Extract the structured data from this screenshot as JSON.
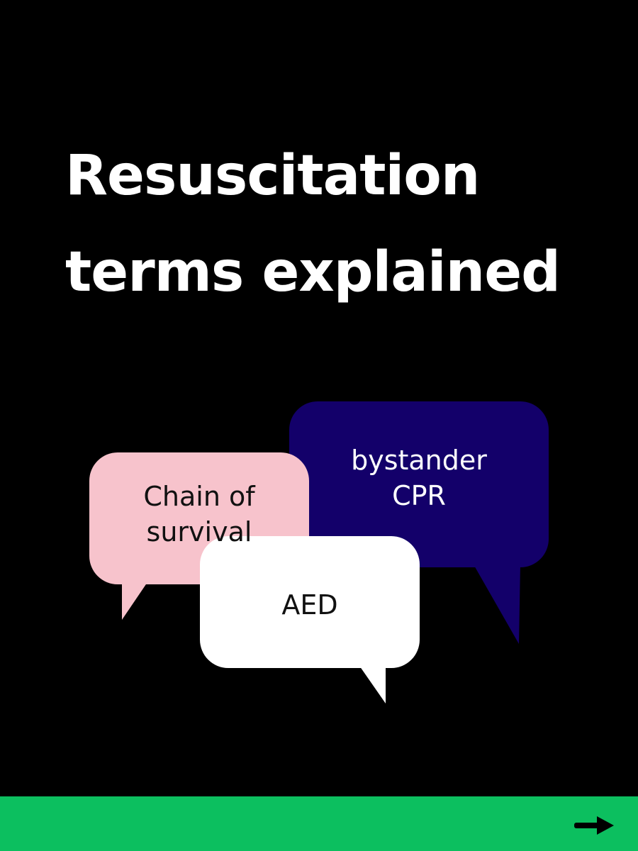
{
  "title": {
    "line1": "Resuscitation",
    "line2": "terms explained"
  },
  "bubbles": [
    {
      "id": "bystander",
      "lines": [
        "bystander",
        "CPR"
      ],
      "fill": "#13006a",
      "text_color": "#ffffff"
    },
    {
      "id": "chain",
      "lines": [
        "Chain of",
        "survival"
      ],
      "fill": "#f7c3cc",
      "text_color": "#111111"
    },
    {
      "id": "aed",
      "lines": [
        "AED"
      ],
      "fill": "#ffffff",
      "text_color": "#111111"
    }
  ],
  "colors": {
    "background": "#000000",
    "accent": "#0cbf5f",
    "title": "#ffffff"
  },
  "footer": {
    "icon": "arrow-right-icon"
  }
}
